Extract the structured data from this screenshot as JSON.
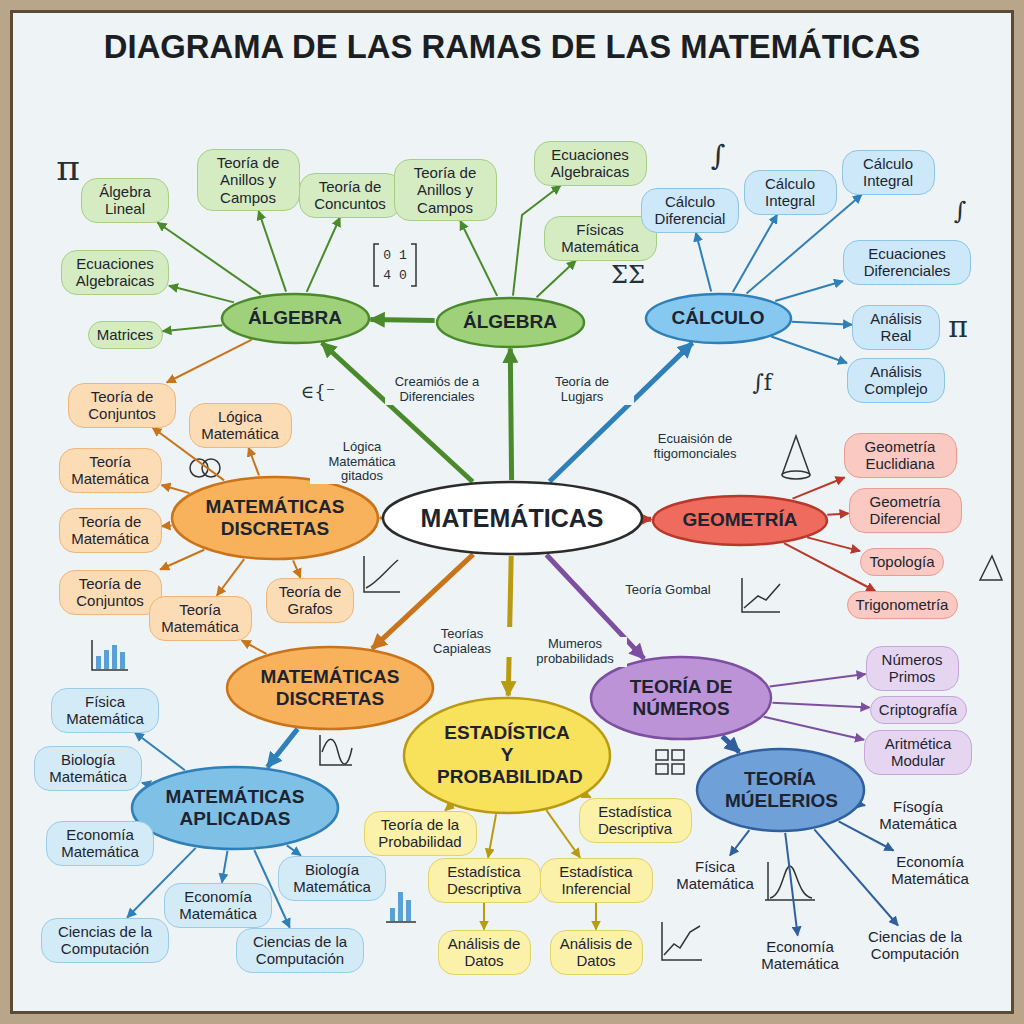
{
  "diagram": {
    "title": "DIAGRAMA DE LAS RAMAS DE LAS MATEMÁTICAS",
    "nodes": [
      {
        "text": [
          "MATEMÁTICAS"
        ]
      },
      {
        "text": [
          "ÁLGEBRA"
        ]
      },
      {
        "text": [
          "ÁLGEBRA"
        ]
      },
      {
        "text": [
          "CÁLCULO"
        ]
      },
      {
        "text": [
          "MATEMÁTICAS DISCRETAS"
        ]
      },
      {
        "text": [
          "GEOMETRÍA"
        ]
      },
      {
        "text": [
          "MATEMÁTICAS DISCRETAS"
        ]
      },
      {
        "text": [
          "ESTADÍSTICA Y PROBABILIDAD"
        ]
      },
      {
        "text": [
          "TEORÍA DE NÚMEROS"
        ]
      },
      {
        "text": [
          "MATEMÁTICAS APLICADAS"
        ]
      },
      {
        "text": [
          "TEORÍA MÚELERIOS"
        ]
      },
      {
        "text": [
          "Álgebra Lineal"
        ]
      },
      {
        "text": [
          "Teoría de Anillos y Campos"
        ]
      },
      {
        "text": [
          "Teoría de Concuntos"
        ]
      },
      {
        "text": [
          "Ecuaciones Algebraicas"
        ]
      },
      {
        "text": [
          "Matrices"
        ]
      },
      {
        "text": [
          "Teoría de Conjuntos"
        ]
      },
      {
        "text": [
          "Teoría de Anillos y Campos"
        ]
      },
      {
        "text": [
          "Ecuaciones Algebraicas"
        ]
      },
      {
        "text": [
          "Físicas Matemática"
        ]
      },
      {
        "text": [
          "Cálculo Diferencial"
        ]
      },
      {
        "text": [
          "Cálculo Integral"
        ]
      },
      {
        "text": [
          "Cálculo Integral"
        ]
      },
      {
        "text": [
          "Ecuaciones Diferenciales"
        ]
      },
      {
        "text": [
          "Análisis Real"
        ]
      },
      {
        "text": [
          "Análisis Complejo"
        ]
      },
      {
        "text": [
          "Lógica Matemática"
        ]
      },
      {
        "text": [
          "Teoría Matemática"
        ]
      },
      {
        "text": [
          "Teoría de Matemática"
        ]
      },
      {
        "text": [
          "Teoría de Conjuntos"
        ]
      },
      {
        "text": [
          "Teoría Matemática"
        ]
      },
      {
        "text": [
          "Teoría de Grafos"
        ]
      },
      {
        "text": [
          "Geometría Euclidiana"
        ]
      },
      {
        "text": [
          "Geometría Diferencial"
        ]
      },
      {
        "text": [
          "Topología"
        ]
      },
      {
        "text": [
          "Trigonometría"
        ]
      },
      {
        "text": [
          "Números Primos"
        ]
      },
      {
        "text": [
          "Criptografía"
        ]
      },
      {
        "text": [
          "Aritmética Modular"
        ]
      },
      {
        "text": [
          "Teoría de la Probabilidad"
        ]
      },
      {
        "text": [
          "Estadística Descriptiva"
        ]
      },
      {
        "text": [
          "Estadística Descriptiva"
        ]
      },
      {
        "text": [
          "Estadística Inferencial"
        ]
      },
      {
        "text": [
          "Análisis de Datos"
        ]
      },
      {
        "text": [
          "Análisis de Datos"
        ]
      },
      {
        "text": [
          "Física Matemática"
        ]
      },
      {
        "text": [
          "Biología Matemática"
        ]
      },
      {
        "text": [
          "Economía Matemática"
        ]
      },
      {
        "text": [
          "Economía Matemática"
        ]
      },
      {
        "text": [
          "Biología Matemática"
        ]
      },
      {
        "text": [
          "Ciencias de la Computación"
        ]
      },
      {
        "text": [
          "Ciencias de la Computación"
        ]
      },
      {
        "text": [
          "Físogía Matemática"
        ]
      },
      {
        "text": [
          "Física Matemática"
        ]
      },
      {
        "text": [
          "Economía Matemática"
        ]
      },
      {
        "text": [
          "Ciencias de la Computación"
        ]
      },
      {
        "text": [
          "Economía Matemática"
        ]
      }
    ],
    "edges": [
      {
        "from": 0,
        "to": 1,
        "arrow": "to"
      },
      {
        "from": 0,
        "to": 2,
        "arrow": "to"
      },
      {
        "from": 0,
        "to": 3,
        "arrow": "to"
      },
      {
        "from": 0,
        "to": 4,
        "arrow": "to"
      },
      {
        "from": 0,
        "to": 5,
        "arrow": "to"
      },
      {
        "from": 0,
        "to": 6,
        "arrow": "to"
      },
      {
        "from": 0,
        "to": 7,
        "arrow": "to"
      },
      {
        "from": 0,
        "to": 8,
        "arrow": "to"
      },
      {
        "from": 2,
        "to": 1,
        "arrow": "to"
      },
      {
        "from": 6,
        "to": 9,
        "arrow": "to"
      },
      {
        "from": 8,
        "to": 10,
        "arrow": "to"
      },
      {
        "from": 1,
        "to": 11,
        "arrow": "to"
      },
      {
        "from": 1,
        "to": 12,
        "arrow": "to"
      },
      {
        "from": 1,
        "to": 13,
        "arrow": "to"
      },
      {
        "from": 1,
        "to": 14,
        "arrow": "to"
      },
      {
        "from": 1,
        "to": 15,
        "arrow": "to"
      },
      {
        "from": 1,
        "to": 16,
        "arrow": "to"
      },
      {
        "from": 2,
        "to": 17,
        "arrow": "to"
      },
      {
        "from": 2,
        "to": 18,
        "arrow": "to"
      },
      {
        "from": 2,
        "to": 19,
        "arrow": "to"
      },
      {
        "from": 3,
        "to": 20,
        "arrow": "to"
      },
      {
        "from": 3,
        "to": 21,
        "arrow": "to"
      },
      {
        "from": 3,
        "to": 22,
        "arrow": "to"
      },
      {
        "from": 3,
        "to": 23,
        "arrow": "to"
      },
      {
        "from": 3,
        "to": 24,
        "arrow": "to"
      },
      {
        "from": 3,
        "to": 25,
        "arrow": "to"
      },
      {
        "from": 4,
        "to": 16,
        "arrow": "to"
      },
      {
        "from": 4,
        "to": 26,
        "arrow": "to"
      },
      {
        "from": 4,
        "to": 27,
        "arrow": "to"
      },
      {
        "from": 4,
        "to": 28,
        "arrow": "to"
      },
      {
        "from": 4,
        "to": 29,
        "arrow": "to"
      },
      {
        "from": 4,
        "to": 30,
        "arrow": "to"
      },
      {
        "from": 4,
        "to": 31,
        "arrow": "to"
      },
      {
        "from": 6,
        "to": 30,
        "arrow": "to"
      },
      {
        "from": 5,
        "to": 32,
        "arrow": "to"
      },
      {
        "from": 5,
        "to": 33,
        "arrow": "to"
      },
      {
        "from": 5,
        "to": 34,
        "arrow": "to"
      },
      {
        "from": 5,
        "to": 35,
        "arrow": "to"
      },
      {
        "from": 8,
        "to": 36,
        "arrow": "to"
      },
      {
        "from": 8,
        "to": 37,
        "arrow": "to"
      },
      {
        "from": 8,
        "to": 38,
        "arrow": "to"
      },
      {
        "from": 7,
        "to": 39,
        "arrow": "to"
      },
      {
        "from": 7,
        "to": 40,
        "arrow": "to"
      },
      {
        "from": 7,
        "to": 41,
        "arrow": "to"
      },
      {
        "from": 7,
        "to": 42,
        "arrow": "to"
      },
      {
        "from": 41,
        "to": 43,
        "arrow": "to"
      },
      {
        "from": 42,
        "to": 44,
        "arrow": "to"
      },
      {
        "from": 9,
        "to": 45,
        "arrow": "to"
      },
      {
        "from": 9,
        "to": 46,
        "arrow": "to"
      },
      {
        "from": 9,
        "to": 47,
        "arrow": "to"
      },
      {
        "from": 9,
        "to": 48,
        "arrow": "to"
      },
      {
        "from": 9,
        "to": 49,
        "arrow": "to"
      },
      {
        "from": 9,
        "to": 50,
        "arrow": "to"
      },
      {
        "from": 9,
        "to": 51,
        "arrow": "to"
      },
      {
        "from": 10,
        "to": 52,
        "arrow": "to"
      },
      {
        "from": 10,
        "to": 53,
        "arrow": "to"
      },
      {
        "from": 10,
        "to": 54,
        "arrow": "to"
      },
      {
        "from": 10,
        "to": 55,
        "arrow": "to"
      },
      {
        "from": 10,
        "to": 56,
        "arrow": "to"
      }
    ],
    "labels": [
      "π",
      "0 1",
      "4 0",
      "∫",
      "ΣΣ",
      "∫f",
      "π",
      "∈{⁻",
      "∫",
      "Creamiós de a Diferenciales",
      "Teoría de Lugjars",
      "Lógica Matemática gitados",
      "Ecuaisión de ftigomonciales",
      "Teoría Gombal",
      "Teorías Capialeas",
      "Mumeros probabilidads"
    ]
  }
}
